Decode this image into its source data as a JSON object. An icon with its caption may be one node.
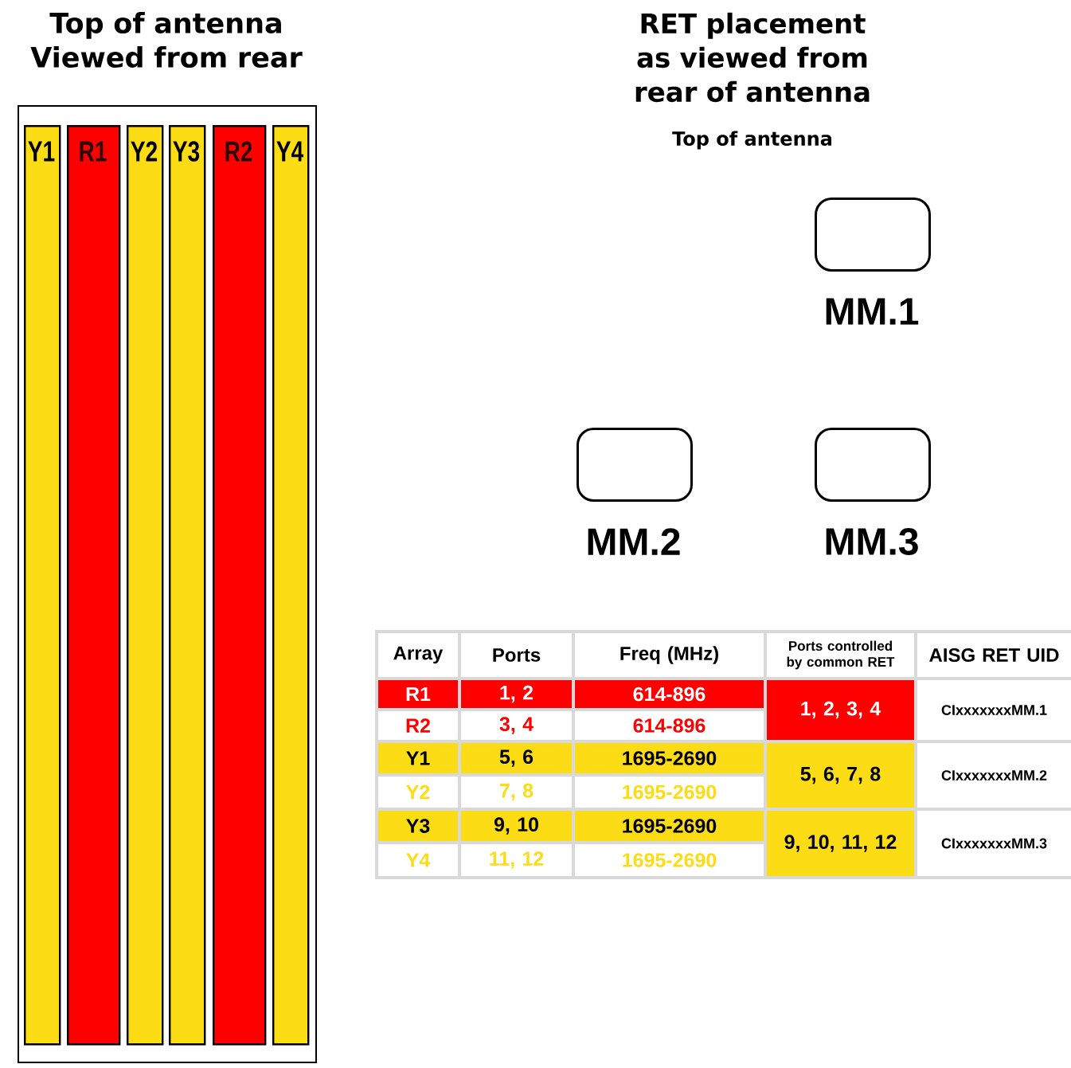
{
  "diagram": {
    "nodes": [
      {
        "text": [
          "Top of antenna Viewed from rear"
        ]
      },
      {
        "text": [
          "Y1"
        ],
        "in": 0
      },
      {
        "text": [
          "R1"
        ],
        "in": 0
      },
      {
        "text": [
          "Y2"
        ],
        "in": 0
      },
      {
        "text": [
          "Y3"
        ],
        "in": 0
      },
      {
        "text": [
          "R2"
        ],
        "in": 0
      },
      {
        "text": [
          "Y4"
        ],
        "in": 0
      },
      {
        "text": [
          "MM.1"
        ]
      },
      {
        "text": [
          "MM.2"
        ]
      },
      {
        "text": [
          "MM.3"
        ]
      }
    ],
    "labels": [
      "RET placement as viewed from rear of antenna",
      "Top of antenna",
      "Array",
      "Ports",
      "Freq (MHz)",
      "Ports controlled by common RET",
      "AISG RET UID",
      "R1",
      "1, 2",
      "614-896",
      "1, 2, 3, 4",
      "CIxxxxxxxMM.1",
      "R2",
      "3, 4",
      "614-896",
      "Y1",
      "5, 6",
      "1695-2690",
      "5, 6, 7, 8",
      "CIxxxxxxxMM.2",
      "Y2",
      "7, 8",
      "1695-2690",
      "Y3",
      "9, 10",
      "1695-2690",
      "9, 10, 11, 12",
      "CIxxxxxxxMM.3",
      "Y4",
      "11, 12",
      "1695-2690"
    ]
  }
}
